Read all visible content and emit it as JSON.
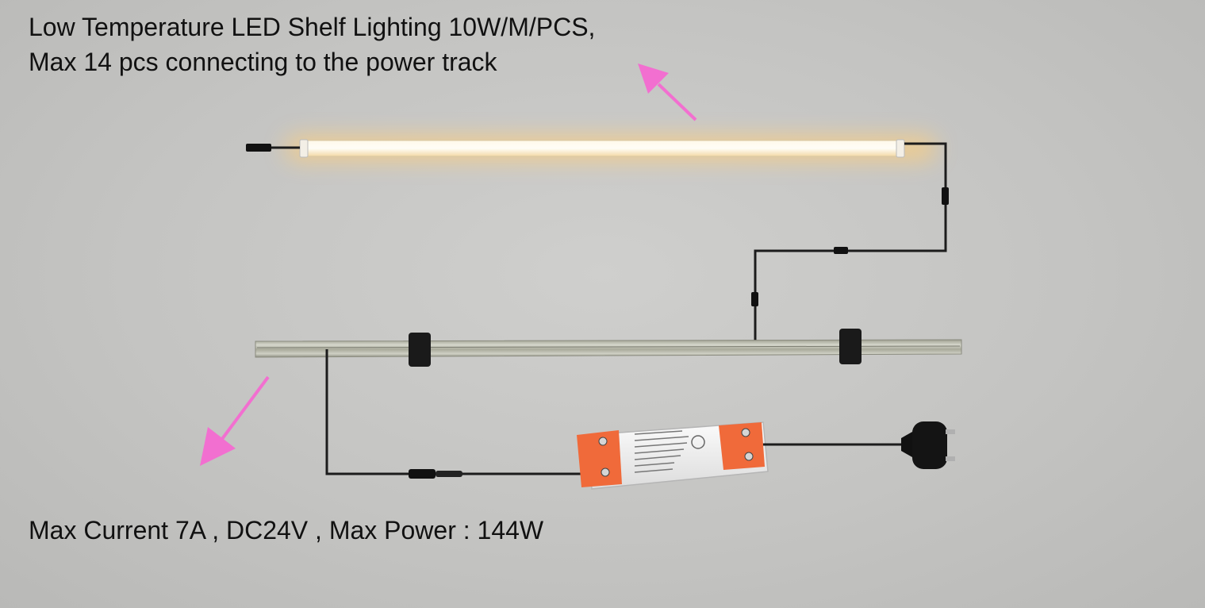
{
  "header": {
    "line1": "Low Temperature LED Shelf Lighting 10W/M/PCS,",
    "line2": "Max 14 pcs connecting to the power track"
  },
  "footer": {
    "specs": "Max Current 7A , DC24V , Max Power : 144W"
  },
  "colors": {
    "arrow": "#f26fd0",
    "led_glow": "#ffd58a",
    "led_tube": "#fff4dc",
    "driver_terminal": "#f06a3a",
    "cable": "#1c1c1c",
    "track": "#b7b8a8"
  },
  "components": {
    "led_light_icon": "led-tube",
    "power_track_icon": "aluminium-rail",
    "driver_icon": "led-power-supply",
    "plug_icon": "uk-mains-plug"
  }
}
